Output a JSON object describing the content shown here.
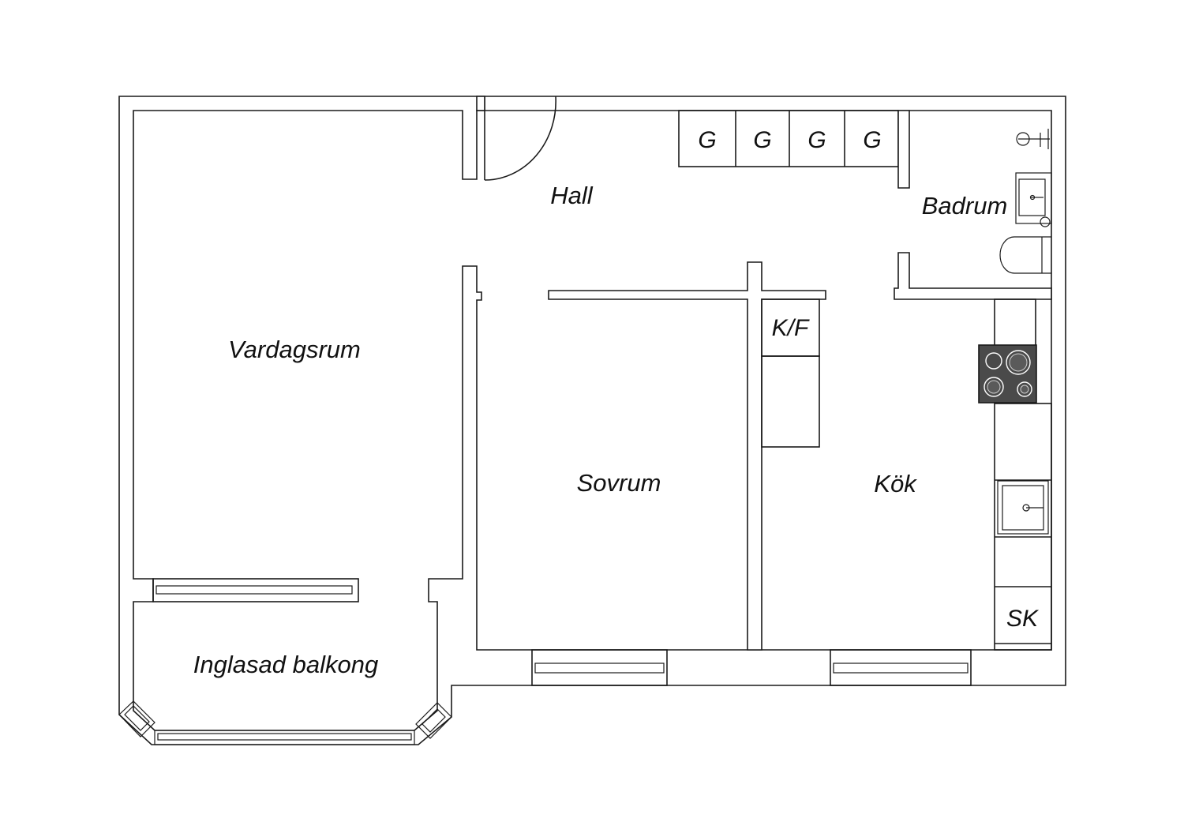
{
  "rooms": {
    "vardagsrum": "Vardagsrum",
    "hall": "Hall",
    "sovrum": "Sovrum",
    "kok": "Kök",
    "badrum": "Badrum",
    "balkong": "Inglasad balkong"
  },
  "fixtures": {
    "wardrobes": [
      "G",
      "G",
      "G",
      "G"
    ],
    "fridge_freezer": "K/F",
    "closet": "SK"
  },
  "colors": {
    "wall": "#1a1a1a",
    "background": "#ffffff",
    "stove": "#4a4a4a"
  }
}
